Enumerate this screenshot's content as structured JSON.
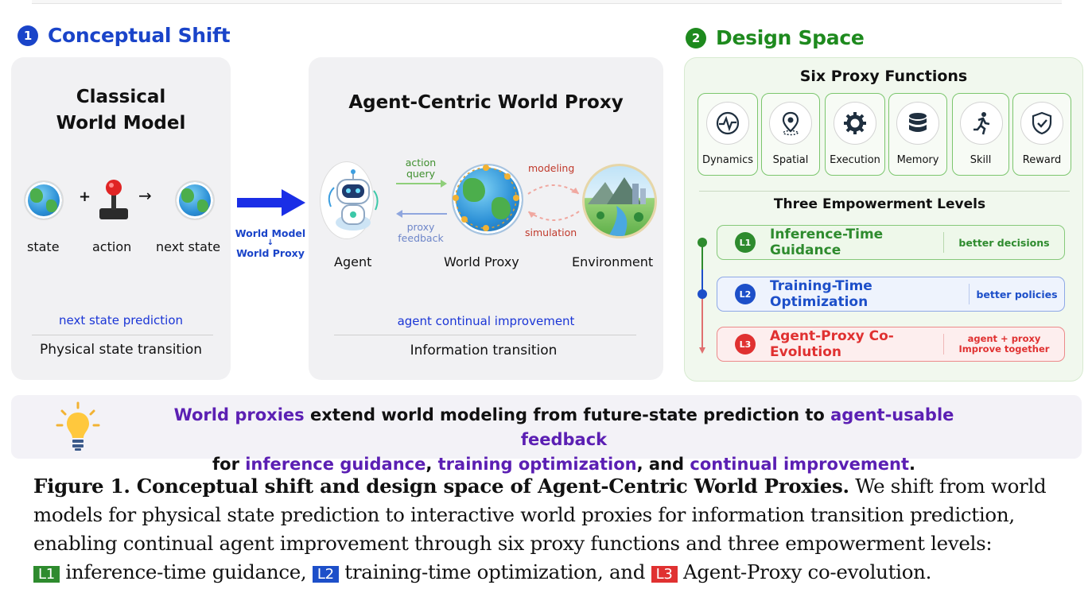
{
  "sections": {
    "conceptual": {
      "number": "1",
      "title": "Conceptual Shift",
      "color": "#1a44c9"
    },
    "design": {
      "number": "2",
      "title": "Design Space",
      "color": "#1e8a1e"
    }
  },
  "classical": {
    "title_line1": "Classical",
    "title_line2": "World Model",
    "plus": "+",
    "arrow": "→",
    "state": "state",
    "action": "action",
    "next_state": "next state",
    "prediction": "next state prediction",
    "transition": "Physical state transition"
  },
  "shift": {
    "line1": "World Model",
    "arrow": "↓",
    "line2": "World Proxy"
  },
  "proxy": {
    "title": "Agent-Centric World Proxy",
    "action_query": "action query",
    "proxy_feedback": "proxy feedback",
    "modeling": "modeling",
    "simulation": "simulation",
    "agent": "Agent",
    "world_proxy": "World Proxy",
    "environment": "Environment",
    "improvement": "agent continual improvement",
    "transition": "Information transition"
  },
  "design_space": {
    "functions_title": "Six Proxy Functions",
    "functions": [
      {
        "label": "Dynamics",
        "icon": "dynamics-icon"
      },
      {
        "label": "Spatial",
        "icon": "location-pin-icon"
      },
      {
        "label": "Execution",
        "icon": "gear-icon"
      },
      {
        "label": "Memory",
        "icon": "database-icon"
      },
      {
        "label": "Skill",
        "icon": "running-person-icon"
      },
      {
        "label": "Reward",
        "icon": "shield-check-icon"
      }
    ],
    "levels_title": "Three Empowerment Levels",
    "levels": [
      {
        "badge": "L1",
        "name": "Inference-Time Guidance",
        "benefit": "better decisions",
        "color": "#2e8b2e"
      },
      {
        "badge": "L2",
        "name": "Training-Time Optimization",
        "benefit": "better policies",
        "color": "#1d4fc9"
      },
      {
        "badge": "L3",
        "name": "Agent-Proxy Co-Evolution",
        "benefit_line1": "agent + proxy",
        "benefit_line2": "Improve together",
        "color": "#e03131"
      }
    ]
  },
  "insight": {
    "p1": "World proxies",
    "p2": " extend world modeling from future-state prediction to ",
    "p3": "agent-usable feedback",
    "p4": "for ",
    "p5": "inference guidance",
    "p6": ", ",
    "p7": "training optimization",
    "p8": ", and ",
    "p9": "continual improvement",
    "p10": "."
  },
  "caption": {
    "bold": "Figure 1.  Conceptual shift and design space of Agent-Centric World Proxies.",
    "line1_rest": " We shift from world",
    "line2": "models for physical state prediction to interactive world proxies for information transition prediction,",
    "line3": "enabling continual agent improvement through six proxy functions and three empowerment levels:",
    "line4_a": "L1",
    "line4_b": " inference-time guidance, ",
    "line4_c": "L2",
    "line4_d": " training-time optimization, and ",
    "line4_e": "L3",
    "line4_f": " Agent-Proxy co-evolution."
  }
}
